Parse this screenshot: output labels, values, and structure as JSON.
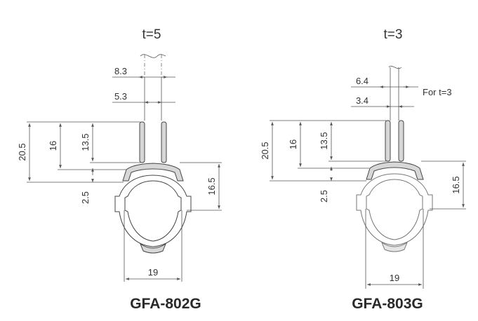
{
  "left": {
    "thickness_label": "t=5",
    "model": "GFA-802G",
    "dims": {
      "slot_outer": "8.3",
      "slot_inner": "5.3",
      "height_total": "20.5",
      "height_16": "16",
      "height_13": "13.5",
      "lip": "2.5",
      "right_height": "16.5",
      "width": "19"
    }
  },
  "right": {
    "thickness_label": "t=3",
    "model": "GFA-803G",
    "note": "For t=3",
    "dims": {
      "slot_outer": "6.4",
      "slot_inner": "3.4",
      "height_total": "20.5",
      "height_16": "16",
      "height_13": "13.5",
      "lip": "2.5",
      "right_height": "16.5",
      "width": "19"
    }
  }
}
